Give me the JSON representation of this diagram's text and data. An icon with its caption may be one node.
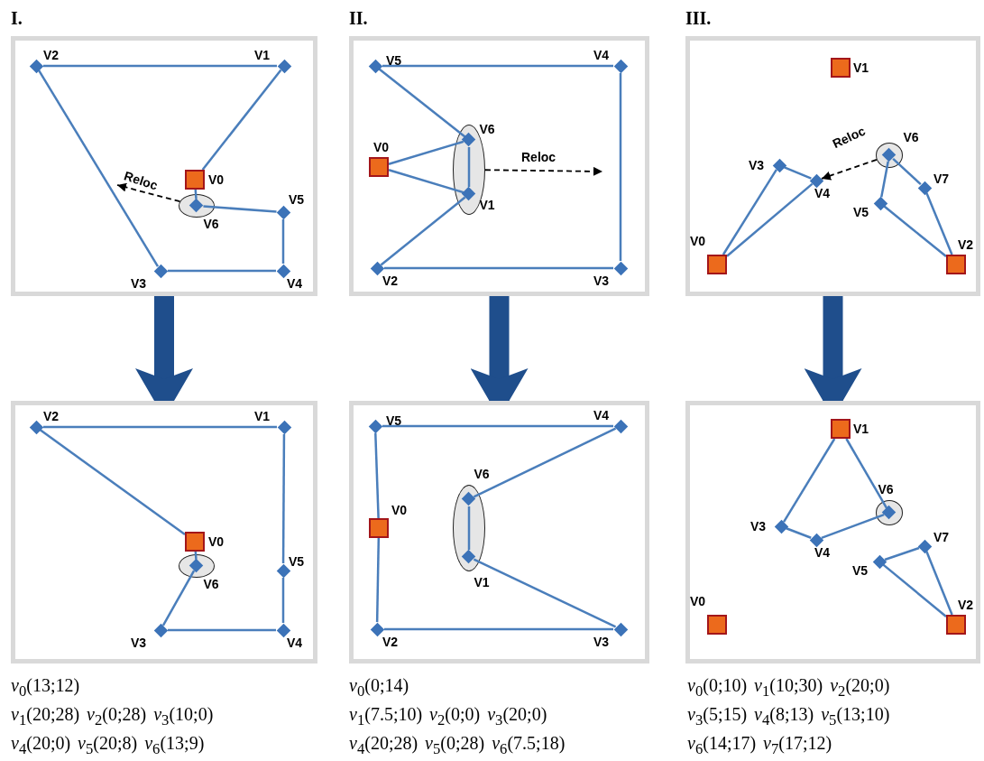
{
  "diagram": {
    "nodes": [
      {
        "text": [
          "I."
        ]
      },
      {
        "text": [],
        "shape": "box",
        "beside": [
          "V0"
        ],
        "in": 0
      },
      {
        "text": [],
        "shape": "diamond",
        "beside": [
          "V1"
        ],
        "in": 0
      },
      {
        "text": [],
        "shape": "diamond",
        "beside": [
          "V2"
        ],
        "in": 0
      },
      {
        "text": [],
        "shape": "diamond",
        "beside": [
          "V3"
        ],
        "in": 0
      },
      {
        "text": [],
        "shape": "diamond",
        "beside": [
          "V4"
        ],
        "in": 0
      },
      {
        "text": [],
        "shape": "diamond",
        "beside": [
          "V5"
        ],
        "in": 0
      },
      {
        "text": [],
        "shape": "ellipse",
        "in": 0
      },
      {
        "text": [],
        "shape": "diamond",
        "beside": [
          "V6"
        ],
        "in": 7
      },
      {
        "text": [
          "II."
        ]
      },
      {
        "text": [],
        "shape": "box",
        "beside": [
          "V0"
        ],
        "in": 9
      },
      {
        "text": [],
        "shape": "diamond",
        "beside": [
          "V2"
        ],
        "in": 9
      },
      {
        "text": [],
        "shape": "diamond",
        "beside": [
          "V3"
        ],
        "in": 9
      },
      {
        "text": [],
        "shape": "diamond",
        "beside": [
          "V4"
        ],
        "in": 9
      },
      {
        "text": [],
        "shape": "diamond",
        "beside": [
          "V5"
        ],
        "in": 9
      },
      {
        "text": [],
        "shape": "ellipse",
        "in": 9
      },
      {
        "text": [],
        "shape": "diamond",
        "beside": [
          "V1"
        ],
        "in": 15
      },
      {
        "text": [],
        "shape": "diamond",
        "beside": [
          "V6"
        ],
        "in": 15
      },
      {
        "text": [
          "III."
        ]
      },
      {
        "text": [],
        "shape": "box",
        "beside": [
          "V0"
        ],
        "in": 18
      },
      {
        "text": [],
        "shape": "box",
        "beside": [
          "V1"
        ],
        "in": 18
      },
      {
        "text": [],
        "shape": "box",
        "beside": [
          "V2"
        ],
        "in": 18
      },
      {
        "text": [],
        "shape": "diamond",
        "beside": [
          "V3"
        ],
        "in": 18
      },
      {
        "text": [],
        "shape": "diamond",
        "beside": [
          "V4"
        ],
        "in": 18
      },
      {
        "text": [],
        "shape": "diamond",
        "beside": [
          "V5"
        ],
        "in": 18
      },
      {
        "text": [],
        "shape": "diamond",
        "beside": [
          "V7"
        ],
        "in": 18
      },
      {
        "text": [],
        "shape": "ellipse",
        "in": 18
      },
      {
        "text": [],
        "shape": "diamond",
        "beside": [
          "V6"
        ],
        "in": 26
      },
      {
        "text": [],
        "shape": "box"
      },
      {
        "text": [],
        "shape": "box",
        "beside": [
          "V0"
        ],
        "in": 28
      },
      {
        "text": [],
        "shape": "diamond",
        "beside": [
          "V1"
        ],
        "in": 28
      },
      {
        "text": [],
        "shape": "diamond",
        "beside": [
          "V2"
        ],
        "in": 28
      },
      {
        "text": [],
        "shape": "diamond",
        "beside": [
          "V3"
        ],
        "in": 28
      },
      {
        "text": [],
        "shape": "diamond",
        "beside": [
          "V4"
        ],
        "in": 28
      },
      {
        "text": [],
        "shape": "diamond",
        "beside": [
          "V5"
        ],
        "in": 28
      },
      {
        "text": [],
        "shape": "ellipse",
        "in": 28
      },
      {
        "text": [],
        "shape": "diamond",
        "beside": [
          "V6"
        ],
        "in": 35
      },
      {
        "text": [],
        "shape": "box"
      },
      {
        "text": [],
        "shape": "box",
        "beside": [
          "V0"
        ],
        "in": 37
      },
      {
        "text": [],
        "shape": "diamond",
        "beside": [
          "V2"
        ],
        "in": 37
      },
      {
        "text": [],
        "shape": "diamond",
        "beside": [
          "V3"
        ],
        "in": 37
      },
      {
        "text": [],
        "shape": "diamond",
        "beside": [
          "V4"
        ],
        "in": 37
      },
      {
        "text": [],
        "shape": "diamond",
        "beside": [
          "V5"
        ],
        "in": 37
      },
      {
        "text": [],
        "shape": "ellipse",
        "in": 37
      },
      {
        "text": [],
        "shape": "diamond",
        "beside": [
          "V1"
        ],
        "in": 43
      },
      {
        "text": [],
        "shape": "diamond",
        "beside": [
          "V6"
        ],
        "in": 43
      },
      {
        "text": [],
        "shape": "box"
      },
      {
        "text": [],
        "shape": "box",
        "beside": [
          "V0"
        ],
        "in": 46
      },
      {
        "text": [],
        "shape": "box",
        "beside": [
          "V1"
        ],
        "in": 46
      },
      {
        "text": [],
        "shape": "box",
        "beside": [
          "V2"
        ],
        "in": 46
      },
      {
        "text": [],
        "shape": "diamond",
        "beside": [
          "V3"
        ],
        "in": 46
      },
      {
        "text": [],
        "shape": "diamond",
        "beside": [
          "V4"
        ],
        "in": 46
      },
      {
        "text": [],
        "shape": "diamond",
        "beside": [
          "V5"
        ],
        "in": 46
      },
      {
        "text": [],
        "shape": "diamond",
        "beside": [
          "V7"
        ],
        "in": 46
      },
      {
        "text": [],
        "shape": "ellipse",
        "in": 46
      },
      {
        "text": [],
        "shape": "diamond",
        "beside": [
          "V6"
        ],
        "in": 54
      }
    ],
    "edges": [
      {
        "from": 3,
        "to": 2,
        "arrow": "none"
      },
      {
        "from": 2,
        "to": 1,
        "arrow": "none"
      },
      {
        "from": 1,
        "to": 8,
        "arrow": "none"
      },
      {
        "from": 3,
        "to": 4,
        "arrow": "none"
      },
      {
        "from": 4,
        "to": 5,
        "arrow": "none"
      },
      {
        "from": 5,
        "to": 6,
        "arrow": "none"
      },
      {
        "from": 6,
        "to": 8,
        "arrow": "none"
      },
      {
        "from": 7,
        "to": null,
        "arrow": "to",
        "label": "Reloc",
        "style": "dashed",
        "color": "#000000"
      },
      {
        "from": 14,
        "to": 13,
        "arrow": "none"
      },
      {
        "from": 13,
        "to": 12,
        "arrow": "none"
      },
      {
        "from": 12,
        "to": 11,
        "arrow": "none"
      },
      {
        "from": 14,
        "to": 17,
        "arrow": "none"
      },
      {
        "from": 10,
        "to": 17,
        "arrow": "none"
      },
      {
        "from": 10,
        "to": 16,
        "arrow": "none"
      },
      {
        "from": 17,
        "to": 16,
        "arrow": "none"
      },
      {
        "from": 16,
        "to": 11,
        "arrow": "none"
      },
      {
        "from": 15,
        "to": null,
        "arrow": "to",
        "label": "Reloc",
        "style": "dashed",
        "color": "#000000"
      },
      {
        "from": 19,
        "to": 22,
        "arrow": "none"
      },
      {
        "from": 22,
        "to": 23,
        "arrow": "none"
      },
      {
        "from": 23,
        "to": 19,
        "arrow": "none"
      },
      {
        "from": 27,
        "to": 25,
        "arrow": "none"
      },
      {
        "from": 25,
        "to": 21,
        "arrow": "none"
      },
      {
        "from": 21,
        "to": 24,
        "arrow": "none"
      },
      {
        "from": 24,
        "to": 27,
        "arrow": "none"
      },
      {
        "from": 26,
        "to": 23,
        "arrow": "to",
        "label": "Reloc",
        "style": "dashed",
        "color": "#000000"
      },
      {
        "from": 0,
        "to": 28,
        "arrow": "to",
        "style": "thick",
        "color": "#1f4e8c"
      },
      {
        "from": 9,
        "to": 37,
        "arrow": "to",
        "style": "thick",
        "color": "#1f4e8c"
      },
      {
        "from": 18,
        "to": 46,
        "arrow": "to",
        "style": "thick",
        "color": "#1f4e8c"
      },
      {
        "from": 31,
        "to": 30,
        "arrow": "none"
      },
      {
        "from": 30,
        "to": 34,
        "arrow": "none"
      },
      {
        "from": 34,
        "to": 33,
        "arrow": "none"
      },
      {
        "from": 33,
        "to": 32,
        "arrow": "none"
      },
      {
        "from": 32,
        "to": 36,
        "arrow": "none"
      },
      {
        "from": 36,
        "to": 29,
        "arrow": "none"
      },
      {
        "from": 29,
        "to": 31,
        "arrow": "none"
      },
      {
        "from": 42,
        "to": 41,
        "arrow": "none"
      },
      {
        "from": 42,
        "to": 38,
        "arrow": "none"
      },
      {
        "from": 38,
        "to": 39,
        "arrow": "none"
      },
      {
        "from": 39,
        "to": 40,
        "arrow": "none"
      },
      {
        "from": 40,
        "to": 44,
        "arrow": "none"
      },
      {
        "from": 44,
        "to": 45,
        "arrow": "none"
      },
      {
        "from": 45,
        "to": 41,
        "arrow": "none"
      },
      {
        "from": 48,
        "to": 50,
        "arrow": "none"
      },
      {
        "from": 50,
        "to": 51,
        "arrow": "none"
      },
      {
        "from": 51,
        "to": 55,
        "arrow": "none"
      },
      {
        "from": 55,
        "to": 48,
        "arrow": "none"
      },
      {
        "from": 52,
        "to": 53,
        "arrow": "none"
      },
      {
        "from": 53,
        "to": 49,
        "arrow": "none"
      },
      {
        "from": 49,
        "to": 52,
        "arrow": "none"
      }
    ],
    "labels": [
      "*v*$_{0}$(13;12)",
      "*v*$_{1}$(20;28)",
      "*v*$_{2}$(0;28)",
      "*v*$_{3}$(10;0)",
      "*v*$_{4}$(20;0)",
      "*v*$_{5}$(20;8)",
      "*v*$_{6}$(13;9)",
      "*v*$_{0}$(0;14)",
      "*v*$_{1}$(7.5;10)",
      "*v*$_{2}$(0;0)",
      "*v*$_{3}$(20;0)",
      "*v*$_{4}$(20;28)",
      "*v*$_{5}$(0;28)",
      "*v*$_{6}$(7.5;18)",
      "*v*$_{0}$(0;10)",
      "*v*$_{1}$(10;30)",
      "*v*$_{2}$(20;0)",
      "*v*$_{3}$(5;15)",
      "*v*$_{4}$(8;13)",
      "*v*$_{5}$(13;10)",
      "*v*$_{6}$(14;17)",
      "*v*$_{7}$(17;12)"
    ]
  }
}
